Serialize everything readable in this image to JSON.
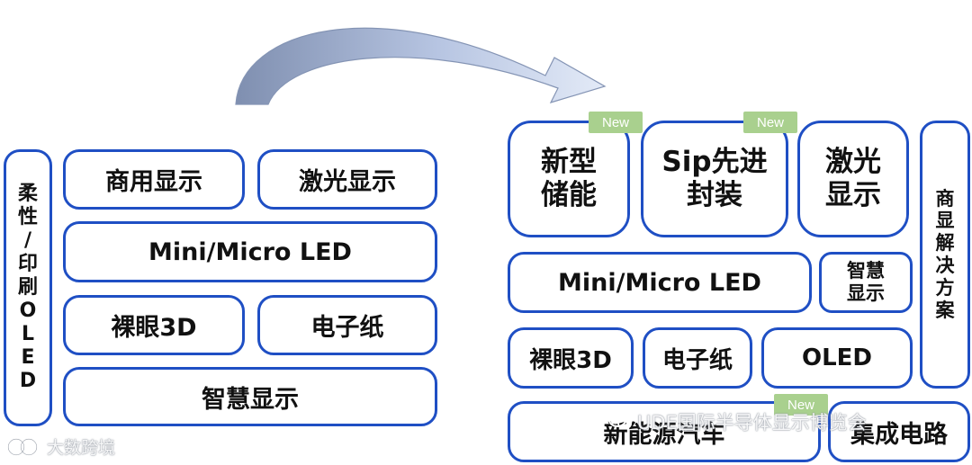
{
  "colors": {
    "box_border": "#1f4fc4",
    "badge": "#a9d08e",
    "arrow_light": "#dbe4f5",
    "arrow_dark": "#8090b0"
  },
  "left": {
    "vertical": "柔性/印刷OLED",
    "commercial_display": "商用显示",
    "laser_display": "激光显示",
    "mini_micro_led": "Mini/Micro LED",
    "naked_eye_3d": "裸眼3D",
    "e_paper": "电子纸",
    "smart_display": "智慧显示"
  },
  "right": {
    "new_energy_storage_1": "新型",
    "new_energy_storage_2": "储能",
    "sip_packaging_1": "Sip先进",
    "sip_packaging_2": "封装",
    "laser_display_1": "激光",
    "laser_display_2": "显示",
    "commercial_solutions": "商显解决方案",
    "mini_micro_led": "Mini/Micro LED",
    "smart_display_1": "智慧",
    "smart_display_2": "显示",
    "naked_eye_3d": "裸眼3D",
    "e_paper": "电子纸",
    "oled": "OLED",
    "new_energy_vehicle": "新能源汽车",
    "integrated_circuit": "集成电路"
  },
  "badges": {
    "new_1": "New",
    "new_2": "New",
    "new_3": "New"
  },
  "watermarks": {
    "left_logo": "大数跨境",
    "right_text": "UDE国际半导体显示博览会"
  }
}
